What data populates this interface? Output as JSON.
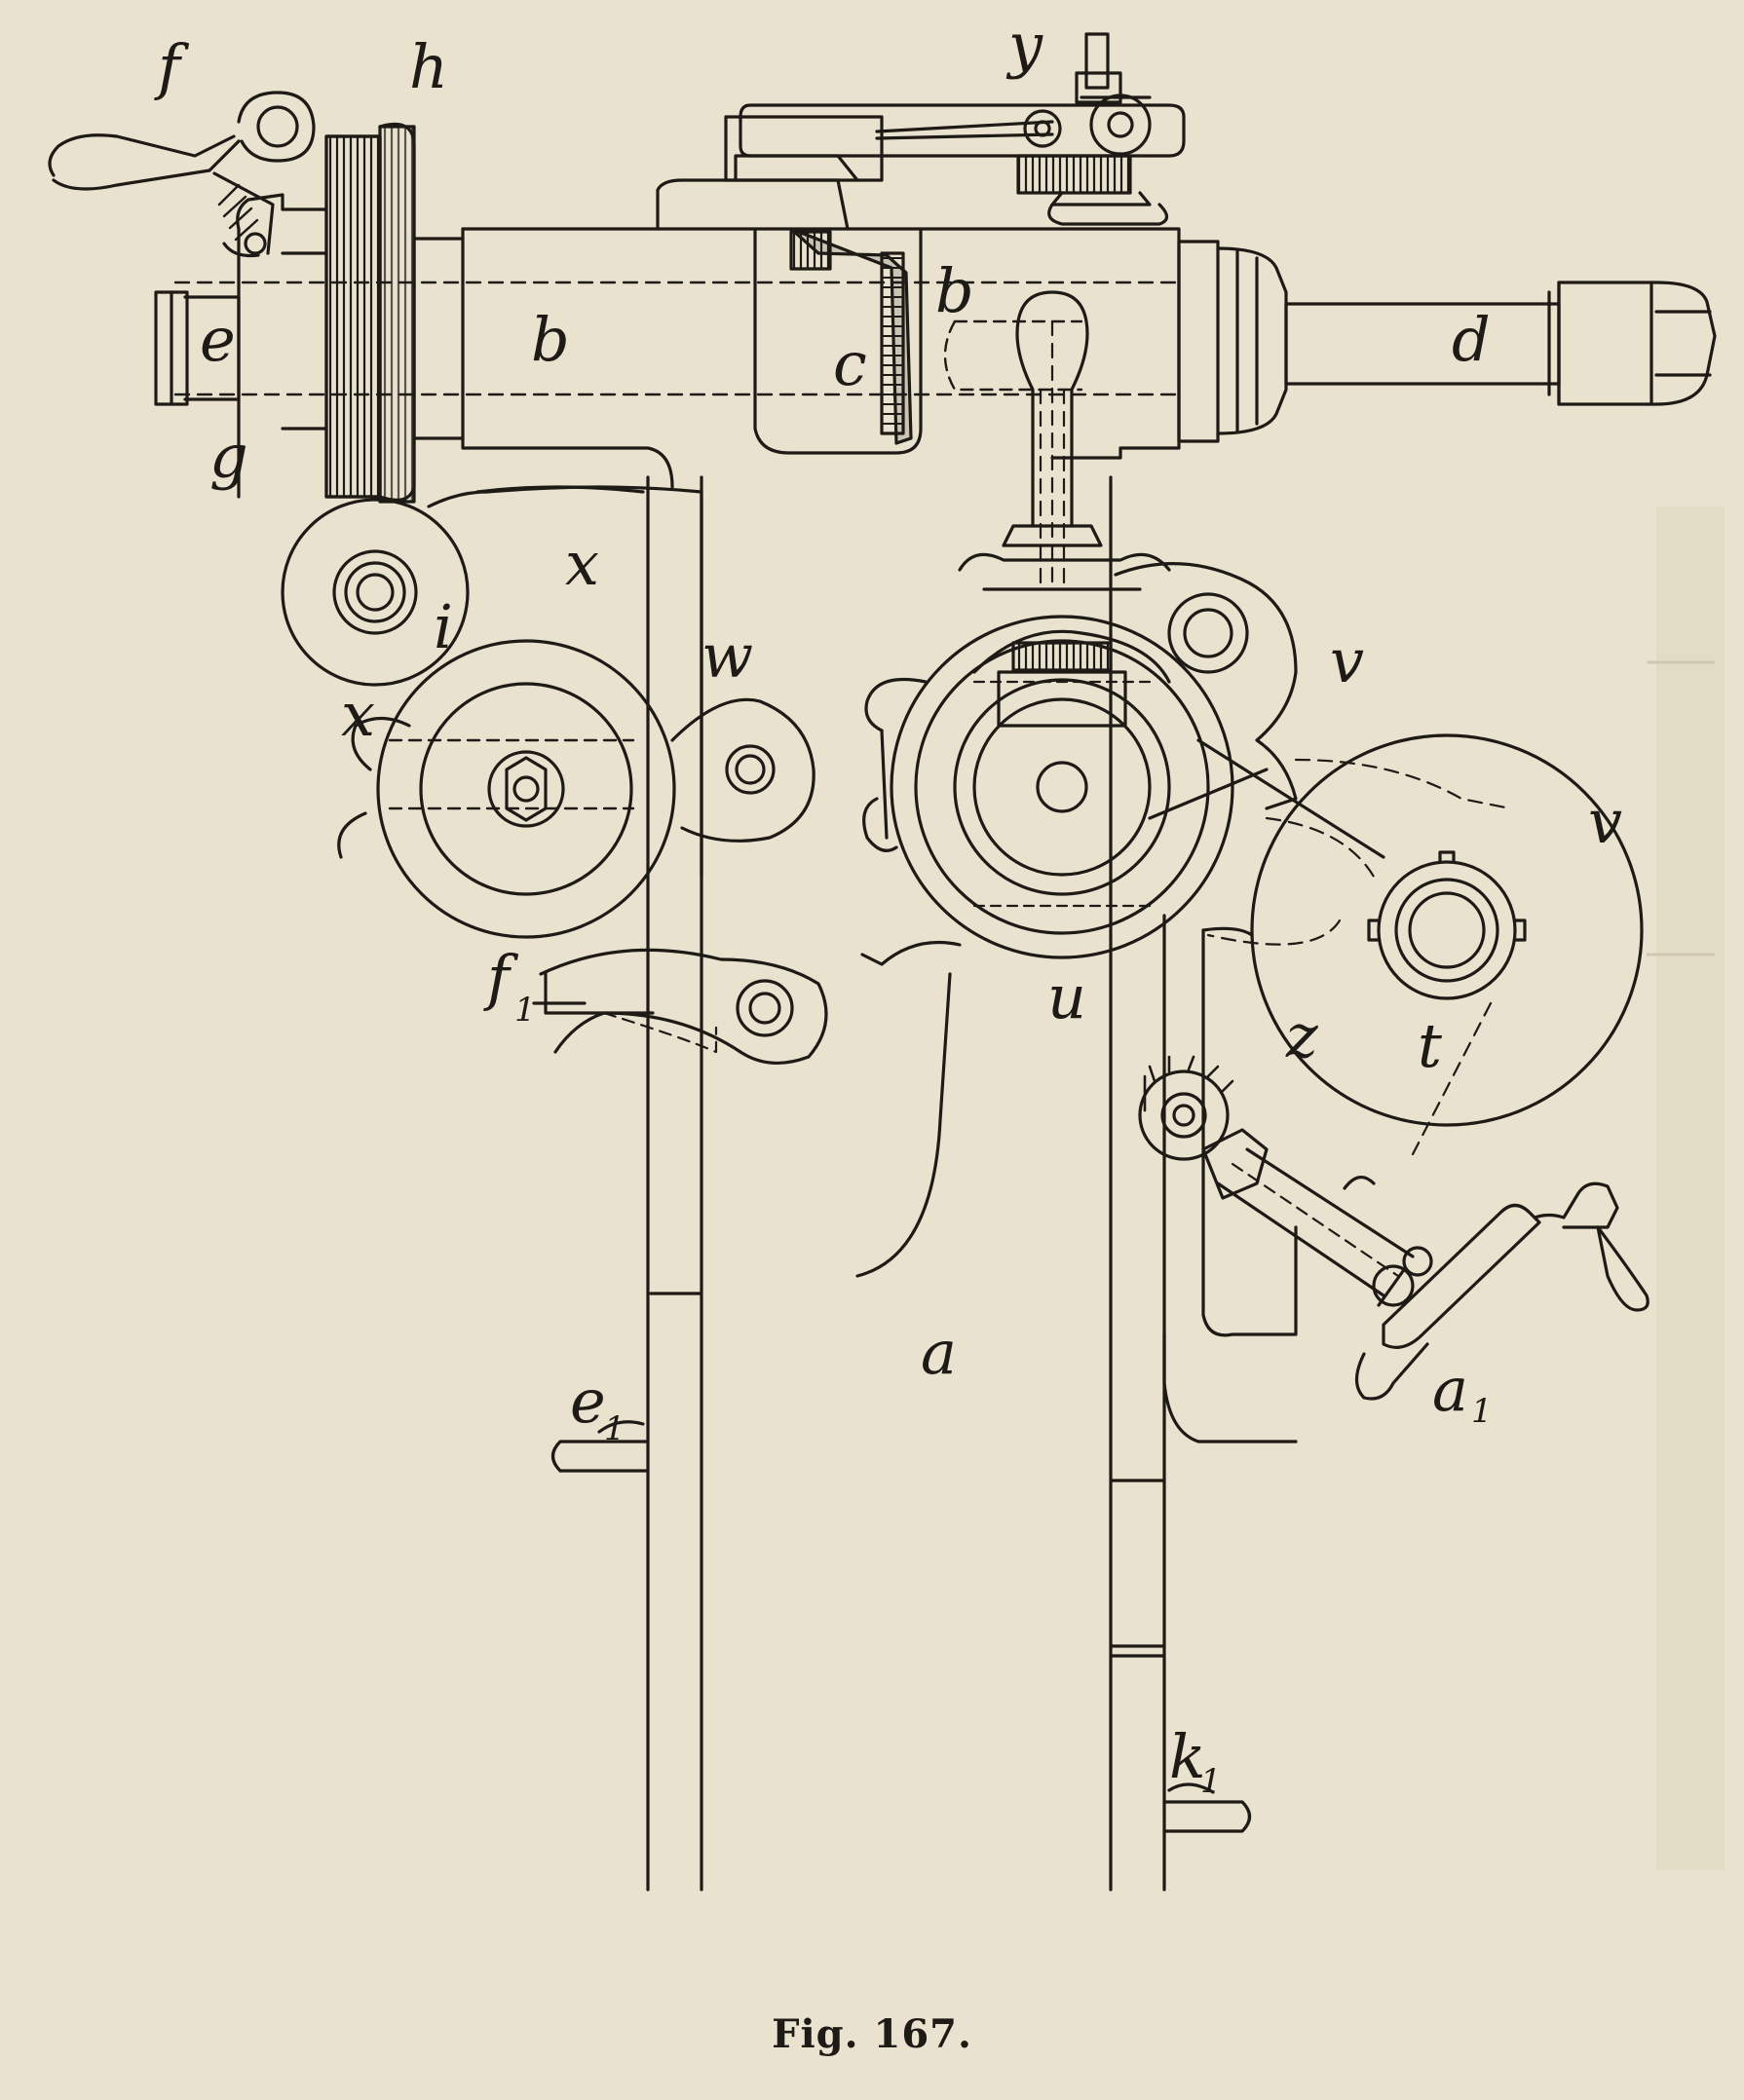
{
  "figure": {
    "caption": "Fig. 167.",
    "labels": {
      "f": "f",
      "h": "h",
      "y": "y",
      "e": "e",
      "g": "g",
      "b_left": "b",
      "c": "c",
      "b_right": "b",
      "d": "d",
      "x_upper": "x",
      "i": "i",
      "x_lower": "x",
      "w": "w",
      "v_upper": "v",
      "v_right": "v",
      "f1": "f",
      "f1_sub": "1",
      "u": "u",
      "t": "t",
      "z": "z",
      "a": "a",
      "a1": "a",
      "a1_sub": "1",
      "e1": "e",
      "e1_sub": "1",
      "k1": "k",
      "k1_sub": "1"
    }
  }
}
